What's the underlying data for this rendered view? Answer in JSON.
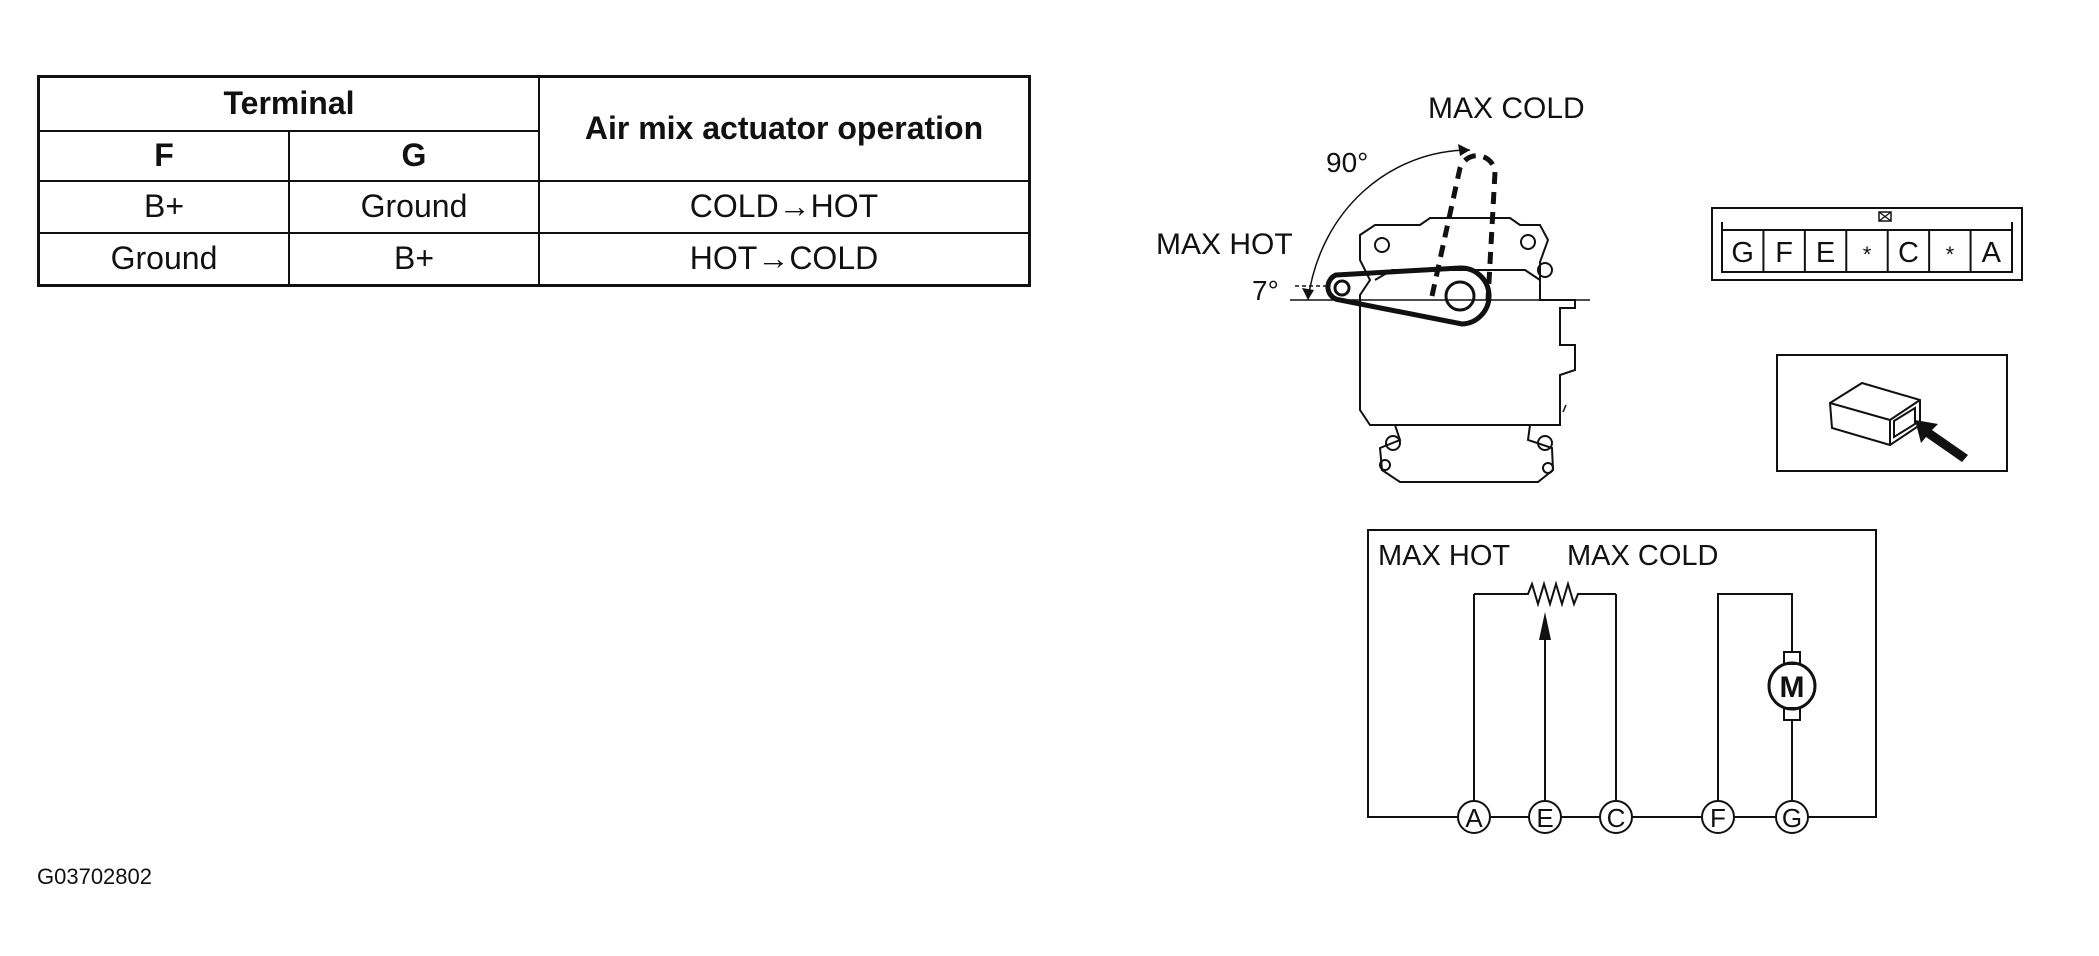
{
  "table": {
    "header_terminal": "Terminal",
    "header_operation": "Air mix actuator operation",
    "col_f": "F",
    "col_g": "G",
    "rows": [
      {
        "f": "B+",
        "g": "Ground",
        "operation": "COLD→HOT"
      },
      {
        "f": "Ground",
        "g": "B+",
        "operation": "HOT→COLD"
      }
    ]
  },
  "figure_code": "G03702802",
  "actuator": {
    "max_cold": "MAX COLD",
    "max_hot": "MAX HOT",
    "angle_90": "90°",
    "angle_7": "7°"
  },
  "connector": {
    "pins": [
      "G",
      "F",
      "E",
      "*",
      "C",
      "*",
      "A"
    ]
  },
  "schematic": {
    "max_hot": "MAX HOT",
    "max_cold": "MAX COLD",
    "motor": "M",
    "terminals": [
      "A",
      "E",
      "C",
      "F",
      "G"
    ]
  }
}
